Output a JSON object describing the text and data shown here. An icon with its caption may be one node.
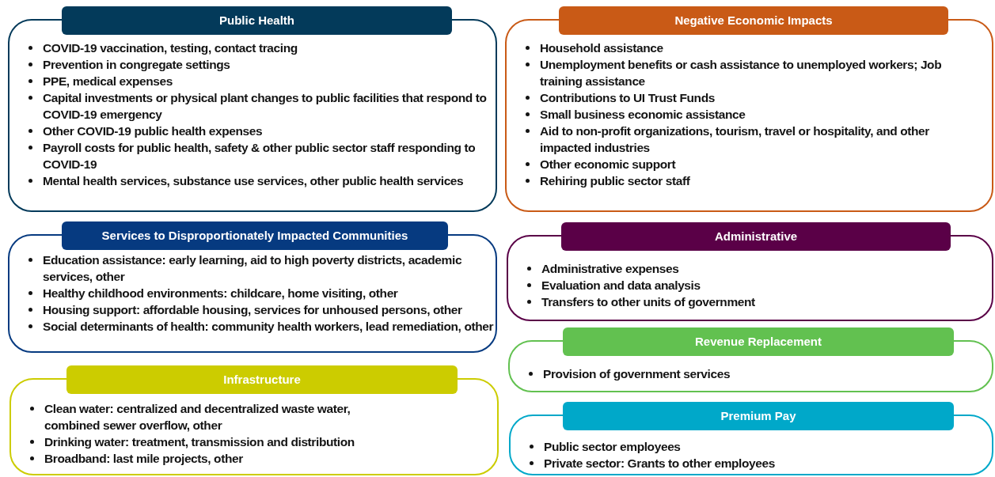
{
  "diagram": {
    "nodes": [
      {
        "text": [
          "Public Health",
          "COVID-19 vaccination, testing, contact tracing",
          "Prevention in congregate settings",
          "PPE, medical expenses",
          "Capital investments or physical plant changes to public facilities that respond to COVID-19 emergency",
          "Other COVID-19 public health expenses",
          "Payroll costs for public health, safety & other public sector staff responding to COVID-19",
          "Mental health services, substance use services, other public health services"
        ]
      },
      {
        "text": [
          "Negative Economic Impacts",
          "Household assistance",
          "Unemployment benefits or cash assistance to unemployed workers; Job training assistance",
          "Contributions to UI Trust Funds",
          "Small business economic assistance",
          "Aid to non-profit organizations, tourism, travel or hospitality, and other impacted industries",
          "Other economic support",
          "Rehiring public sector staff"
        ]
      },
      {
        "text": [
          "Services to Disproportionately Impacted Communities",
          "Education assistance: early learning, aid to high poverty districts, academic services, other",
          "Healthy childhood environments: childcare, home visiting, other",
          "Housing support: affordable housing, services for unhoused persons, other",
          "Social determinants of health: community health workers, lead remediation, other"
        ]
      },
      {
        "text": [
          "Administrative",
          "Administrative expenses",
          "Evaluation and data analysis",
          "Transfers to other units of government"
        ]
      },
      {
        "text": [
          "Revenue Replacement",
          "Provision of government services"
        ]
      },
      {
        "text": [
          "Infrastructure",
          "Clean water: centralized and decentralized waste water, combined sewer overflow, other",
          "Drinking water: treatment, transmission and distribution",
          "Broadband: last mile projects, other"
        ]
      },
      {
        "text": [
          "Premium Pay",
          "Public sector employees",
          "Private sector: Grants to other employees"
        ]
      }
    ]
  }
}
